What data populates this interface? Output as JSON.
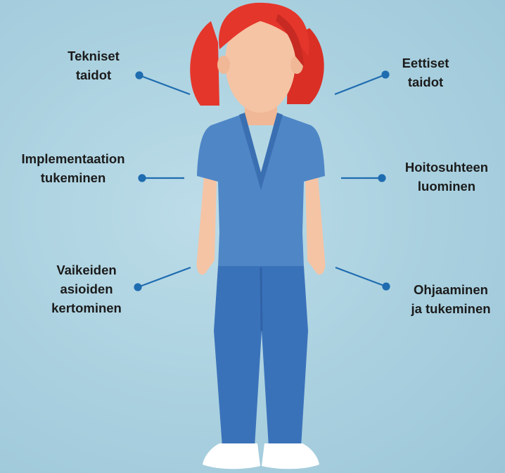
{
  "colors": {
    "background": "#a9d0df",
    "hair": "#e5362b",
    "skin": "#f5c4a5",
    "shirt": "#4f86c6",
    "shirt_shadow": "#3f73b5",
    "pants": "#3a72ba",
    "shoes": "#ffffff",
    "connector": "#1f6cb0",
    "label_text": "#1b1b1b"
  },
  "figure": {
    "name": "nurse-figure",
    "description_icon": "person-icon"
  },
  "labels": {
    "tekniset": {
      "lines": [
        "Tekniset",
        "taidot"
      ]
    },
    "eettiset": {
      "lines": [
        "Eettiset",
        "taidot"
      ]
    },
    "implementaatio": {
      "lines": [
        "Implementaation",
        "tukeminen"
      ]
    },
    "hoitosuhde": {
      "lines": [
        "Hoitosuhteen",
        "luominen"
      ]
    },
    "vaikeat": {
      "lines": [
        "Vaikeiden",
        "asioiden",
        "kertominen"
      ]
    },
    "ohjaaminen": {
      "lines": [
        "Ohjaaminen",
        "ja tukeminen"
      ]
    }
  }
}
